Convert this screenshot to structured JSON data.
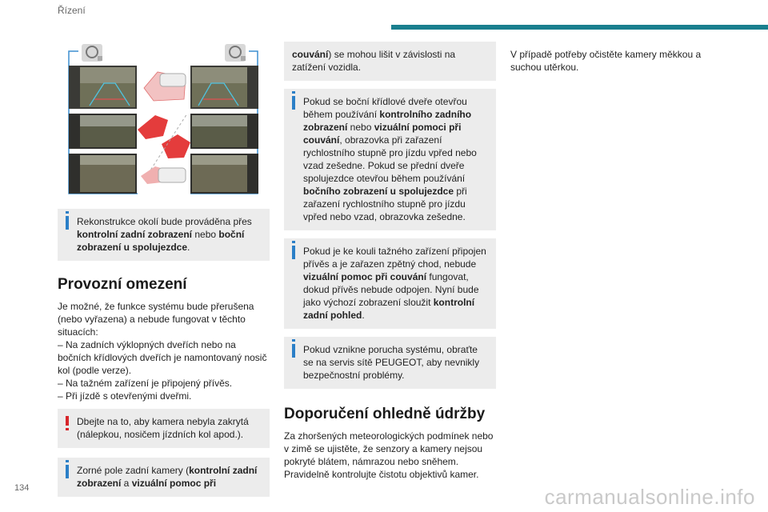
{
  "header": {
    "section": "Řízení"
  },
  "page_number": "134",
  "watermark": "carmanualsonline.info",
  "col1": {
    "figure_alt": "camera views illustration",
    "info1": {
      "p1": "Rekonstrukce okolí bude prováděna přes",
      "b1": "kontrolní zadní zobrazení",
      "p2": " nebo ",
      "b2": "boční zobrazení u spolujezdce",
      "p3": "."
    },
    "heading": "Provozní omezení",
    "body": [
      "Je možné, že funkce systému bude přerušena (nebo vyřazena) a nebude fungovat v těchto situacích:",
      "– Na zadních výklopných dveřích nebo na bočních křídlových dveřích je namontovaný nosič kol (podle verze).",
      "– Na tažném zařízení je připojený přívěs.",
      "– Při jízdě s otevřenými dveřmi."
    ],
    "warn": "Dbejte na to, aby kamera nebyla zakrytá (nálepkou, nosičem jízdních kol apod.).",
    "info2": {
      "p1": "Zorné pole zadní kamery (",
      "b1": "kontrolní zadní zobrazení",
      "p2": " a ",
      "b2": "vizuální pomoc při"
    }
  },
  "col2": {
    "cont": {
      "b1": "couvání",
      "p1": ") se mohou lišit v závislosti na zatížení vozidla."
    },
    "info3": {
      "p1": "Pokud se boční křídlové dveře otevřou během používání ",
      "b1": "kontrolního zadního zobrazení",
      "p2": " nebo ",
      "b2": "vizuální pomoci při couvání",
      "p3": ", obrazovka při zařazení rychlostního stupně pro jízdu vpřed nebo vzad zešedne. Pokud se přední dveře spolujezdce otevřou během používání ",
      "b3": "bočního zobrazení u spolujezdce",
      "p4": " při zařazení rychlostního stupně pro jízdu vpřed nebo vzad, obrazovka zešedne."
    },
    "info4": {
      "p1": "Pokud je ke kouli tažného zařízení připojen přívěs a je zařazen zpětný chod, nebude ",
      "b1": "vizuální pomoc při couvání",
      "p2": " fungovat, dokud přívěs nebude odpojen. Nyní bude jako výchozí zobrazení sloužit ",
      "b2": "kontrolní zadní pohled",
      "p3": "."
    },
    "info5": "Pokud vznikne porucha systému, obraťte se na servis sítě PEUGEOT, aby nevnikly bezpečnostní problémy.",
    "heading": "Doporučení ohledně údržby",
    "body": "Za zhoršených meteorologických podmínek nebo v zimě se ujistěte, že senzory a kamery nejsou pokryté blátem, námrazou nebo sněhem. Pravidelně kontrolujte čistotu objektivů kamer."
  },
  "col3": {
    "body": "V případě potřeby očistěte kamery měkkou a suchou utěrkou."
  }
}
